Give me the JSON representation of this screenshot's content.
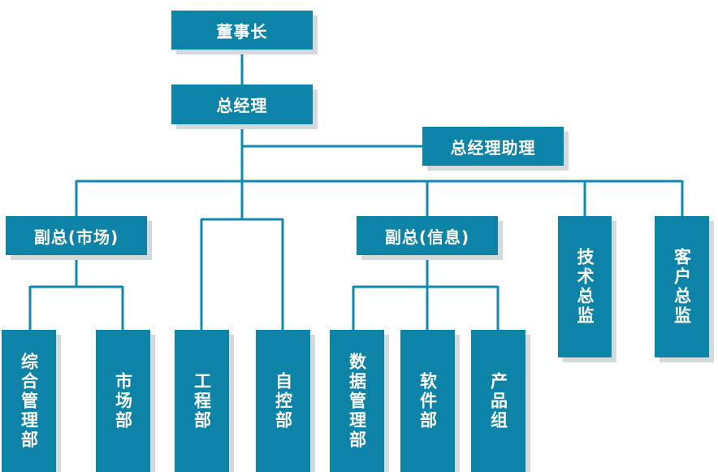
{
  "org": {
    "chairman": "董事长",
    "gm": "总经理",
    "gm_assistant": "总经理助理",
    "vp_market": "副总(市场)",
    "vp_info": "副总(信息)",
    "tech_director": "技术总监",
    "customer_director": "客户总监",
    "admin_dept": "综合管理部",
    "market_dept": "市场部",
    "engineering_dept": "工程部",
    "control_dept": "自控部",
    "data_dept": "数据管理部",
    "software_dept": "软件部",
    "product_group": "产品组"
  },
  "colors": {
    "box_fill": "#0d83a8",
    "line": "#1188ae",
    "shadow": "#d4d9dc",
    "text": "#ffffff"
  }
}
